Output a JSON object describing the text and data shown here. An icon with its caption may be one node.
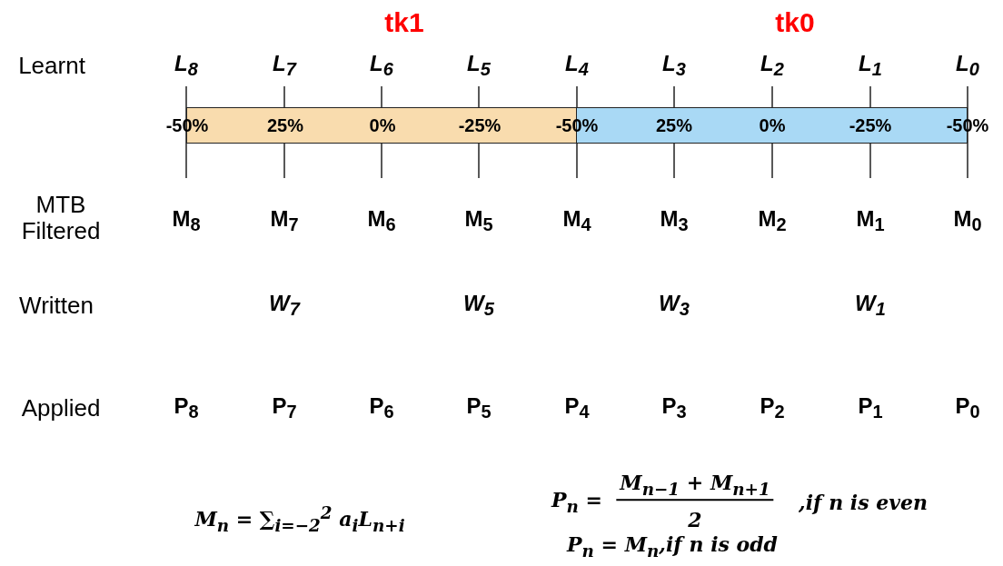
{
  "diagram": {
    "nodes": [
      {
        "text": [
          "-50%",
          "25%",
          "0%",
          "-25%"
        ]
      },
      {
        "text": [
          "-50%",
          "25%",
          "0%",
          "-25%",
          "-50%"
        ]
      }
    ],
    "labels": [
      "tk1",
      "tk0",
      "Learnt",
      "L$_{8}$",
      "L$_{7}$",
      "L$_{6}$",
      "L$_{5}$",
      "L$_{4}$",
      "L$_{3}$",
      "L$_{2}$",
      "L$_{1}$",
      "L$_{0}$",
      "MTB Filtered",
      "M$_{8}$",
      "M$_{7}$",
      "M$_{6}$",
      "M$_{5}$",
      "M$_{4}$",
      "M$_{3}$",
      "M$_{2}$",
      "M$_{1}$",
      "M$_{0}$",
      "Written",
      "W$_{7}$",
      "W$_{5}$",
      "W$_{3}$",
      "W$_{1}$",
      "Applied",
      "P$_{8}$",
      "P$_{7}$",
      "P$_{6}$",
      "P$_{5}$",
      "P$_{4}$",
      "P$_{3}$",
      "P$_{2}$",
      "P$_{1}$",
      "P$_{0}$",
      "M$_{n}$ = ∑$_{i=−2}$$^{2}$ a$_{i}$L$_{n+i}$",
      "P$_{n}$ =",
      "M$_{n−1}$ + M$_{n+1}$",
      "2",
      ",if n is even",
      "P$_{n}$ = M$_{n}$,if n is odd"
    ]
  }
}
